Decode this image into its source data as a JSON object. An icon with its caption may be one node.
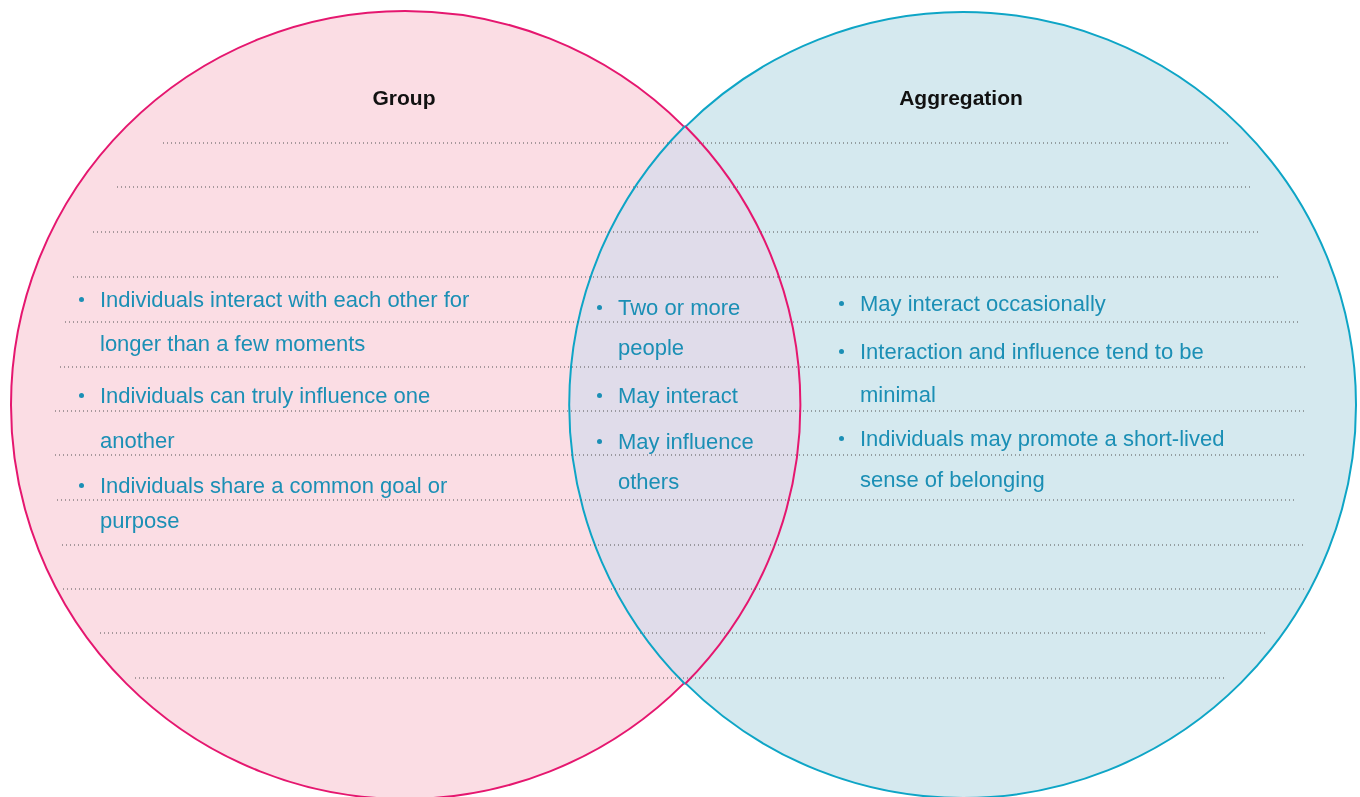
{
  "diagram": {
    "nodes": [
      {
        "text": [
          "Group",
          "Individuals interact with each other for longer than a few moments",
          "Individuals can truly influence one another",
          "Individuals share a common goal or purpose"
        ]
      },
      {
        "text": [
          "Aggregation",
          "May interact occasionally",
          "Interaction and influence tend to be minimal",
          "Individuals may promote a short-lived sense of belonging"
        ]
      },
      {
        "text": [
          "Two or more people",
          "May interact",
          "May influence others"
        ]
      }
    ],
    "edges": []
  }
}
